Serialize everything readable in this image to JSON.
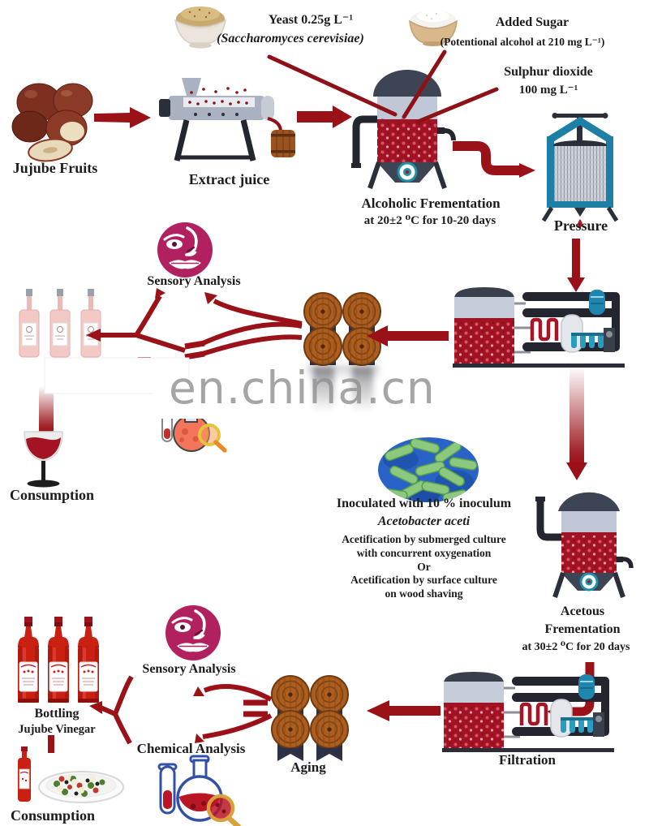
{
  "watermark": "en.china.cn",
  "labels": {
    "yeast1": "Yeast 0.25g L⁻¹",
    "yeast2": "(Saccharomyces cerevisiae)",
    "sugar1": "Added Sugar",
    "sugar2": "(Potentional alcohol at 210 mg L⁻¹)",
    "so2_1": "Sulphur dioxide",
    "so2_2": "100 mg L⁻¹",
    "jujube": "Jujube Fruits",
    "extract": "Extract juice",
    "alcoholic1": "Alcoholic Frementation",
    "alcoholic2": "at 20±2 ⁰C for 10-20 days",
    "pressure": "Pressure",
    "sensory_top": "Sensory Analysis",
    "consumption_mid": "Consumption",
    "inoc1": "Inoculated with 10 % inoculum",
    "inoc2": "Acetobacter aceti",
    "inoc3": "Acetification by submerged culture",
    "inoc4": "with concurrent oxygenation",
    "inoc5": "Or",
    "inoc6": "Acetification by surface culture",
    "inoc7": "on wood shaving",
    "acetous1": "Acetous",
    "acetous2": "Frementation",
    "acetous3": "at 30±2 ⁰C for 20 days",
    "bottling1": "Bottling",
    "bottling2": "Jujube Vinegar",
    "sensory_bottom": "Sensory Analysis",
    "chemical": "Chemical Analysis",
    "aging": "Aging",
    "filtration": "Filtration",
    "consumption_bottom": "Consumption"
  },
  "colors": {
    "arrow": "#9a1118",
    "liquid": "#a11322",
    "tank_body": "#c0c8d8",
    "tank_dark": "#3d4454",
    "press_teal": "#1d7fa6",
    "sensory_pink": "#b1205f",
    "barrel_brown": "#ad5d1e",
    "vinegar_red": "#c92012",
    "watermark_gray": "#8f8f8f"
  }
}
